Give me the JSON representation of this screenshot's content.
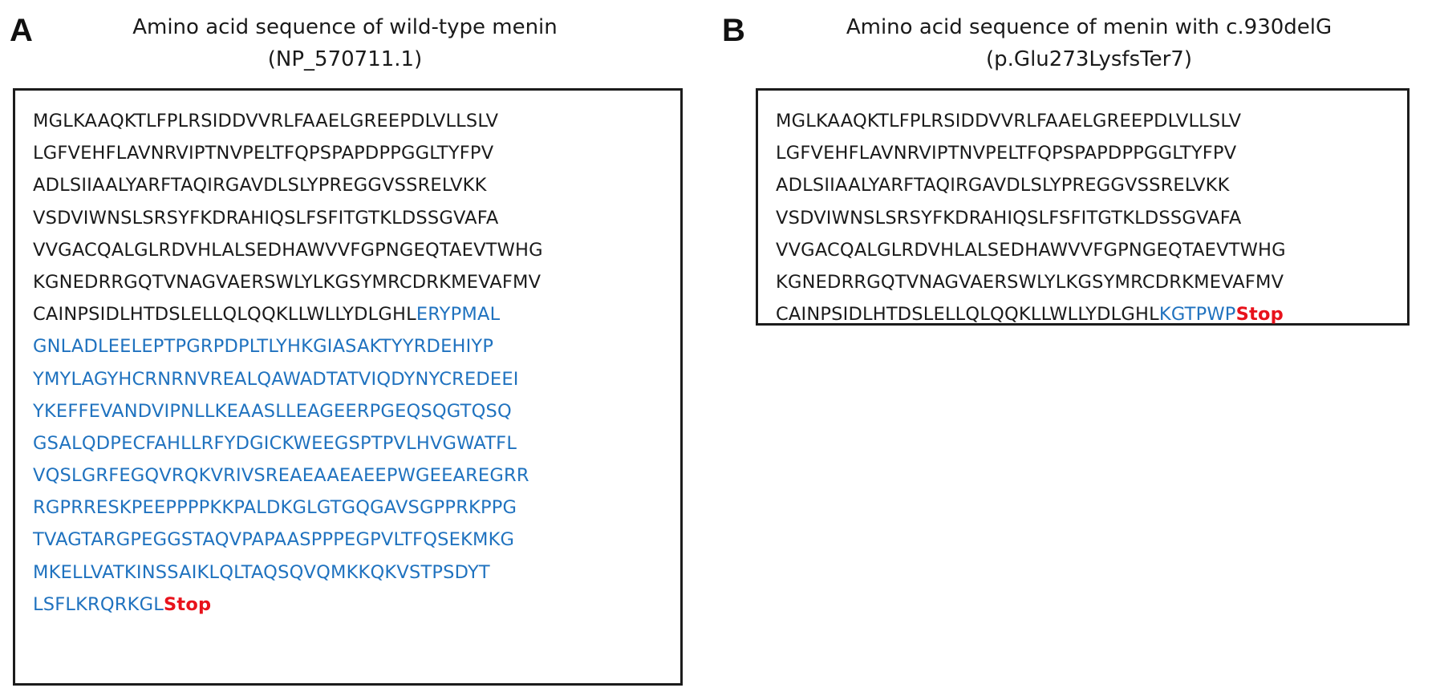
{
  "panels": [
    {
      "letter": "A",
      "title_line1": "Amino acid sequence of wild-type menin",
      "title_line2": "(NP_570711.1)",
      "lines": [
        [
          {
            "t": "MGLKAAQKTLFPLRSIDDVVRLFAAELGREEPDLVLLSLV",
            "c": "black"
          }
        ],
        [
          {
            "t": "LGFVEHFLAVNRVIPTNVPELTFQPSPAPDPPGGLTYFPV",
            "c": "black"
          }
        ],
        [
          {
            "t": "ADLSIIAALYARFTAQIRGAVDLSLYPREGGVSSRELVKK",
            "c": "black"
          }
        ],
        [
          {
            "t": "VSDVIWNSLSRSYFKDRAHIQSLFSFITGTKLDSSGVAFA",
            "c": "black"
          }
        ],
        [
          {
            "t": "VVGACQALGLRDVHLALSEDHAWVVFGPNGEQTAEVTWHG",
            "c": "black"
          }
        ],
        [
          {
            "t": "KGNEDRRGQTVNAGVAERSWLYLKGSYMRCDRKMEVAFMV",
            "c": "black"
          }
        ],
        [
          {
            "t": "CAINPSIDLHTDSLELLQLQQKLLWLLYDLGHL",
            "c": "black"
          },
          {
            "t": "ERYPMAL",
            "c": "blue"
          }
        ],
        [
          {
            "t": "GNLADLEELEPTPGRPDPLTLYHKGIASAKTYYRDEHIYP",
            "c": "blue"
          }
        ],
        [
          {
            "t": "YMYLAGYHCRNRNVREALQAWADTATVIQDYNYCREDEEI",
            "c": "blue"
          }
        ],
        [
          {
            "t": "YKEFFEVANDVIPNLLKEAASLLEAGEERPGEQSQGTQSQ",
            "c": "blue"
          }
        ],
        [
          {
            "t": "GSALQDPECFAHLLRFYDGICKWEEGSPTPVLHVGWATFL",
            "c": "blue"
          }
        ],
        [
          {
            "t": "VQSLGRFEGQVRQKVRIVSREAEAAEAEEPWGEEAREGRR",
            "c": "blue"
          }
        ],
        [
          {
            "t": "RGPRRESKPEEPPPPKKPALDKGLGTGQGAVSGPPRKPPG",
            "c": "blue"
          }
        ],
        [
          {
            "t": "TVAGTARGPEGGSTAQVPAPAASPPPEGPVLTFQSEKMKG",
            "c": "blue"
          }
        ],
        [
          {
            "t": "MKELLVATKINSSAIKLQLTAQSQVQMKKQKVSTPSDYT",
            "c": "blue"
          }
        ],
        [
          {
            "t": "LSFLKRQRKGL",
            "c": "blue"
          },
          {
            "t": "Stop",
            "c": "stop"
          }
        ]
      ]
    },
    {
      "letter": "B",
      "title_line1": "Amino acid sequence of menin with c.930delG",
      "title_line2": "(p.Glu273LysfsTer7)",
      "lines": [
        [
          {
            "t": "MGLKAAQKTLFPLRSIDDVVRLFAAELGREEPDLVLLSLV",
            "c": "black"
          }
        ],
        [
          {
            "t": "LGFVEHFLAVNRVIPTNVPELTFQPSPAPDPPGGLTYFPV",
            "c": "black"
          }
        ],
        [
          {
            "t": "ADLSIIAALYARFTAQIRGAVDLSLYPREGGVSSRELVKK",
            "c": "black"
          }
        ],
        [
          {
            "t": "VSDVIWNSLSRSYFKDRAHIQSLFSFITGTKLDSSGVAFA",
            "c": "black"
          }
        ],
        [
          {
            "t": "VVGACQALGLRDVHLALSEDHAWVVFGPNGEQTAEVTWHG",
            "c": "black"
          }
        ],
        [
          {
            "t": "KGNEDRRGQTVNAGVAERSWLYLKGSYMRCDRKMEVAFMV",
            "c": "black"
          }
        ],
        [
          {
            "t": "CAINPSIDLHTDSLELLQLQQKLLWLLYDLGHL",
            "c": "black"
          },
          {
            "t": "KGTPWP",
            "c": "blue"
          },
          {
            "t": "Stop",
            "c": "stop"
          }
        ]
      ]
    }
  ]
}
